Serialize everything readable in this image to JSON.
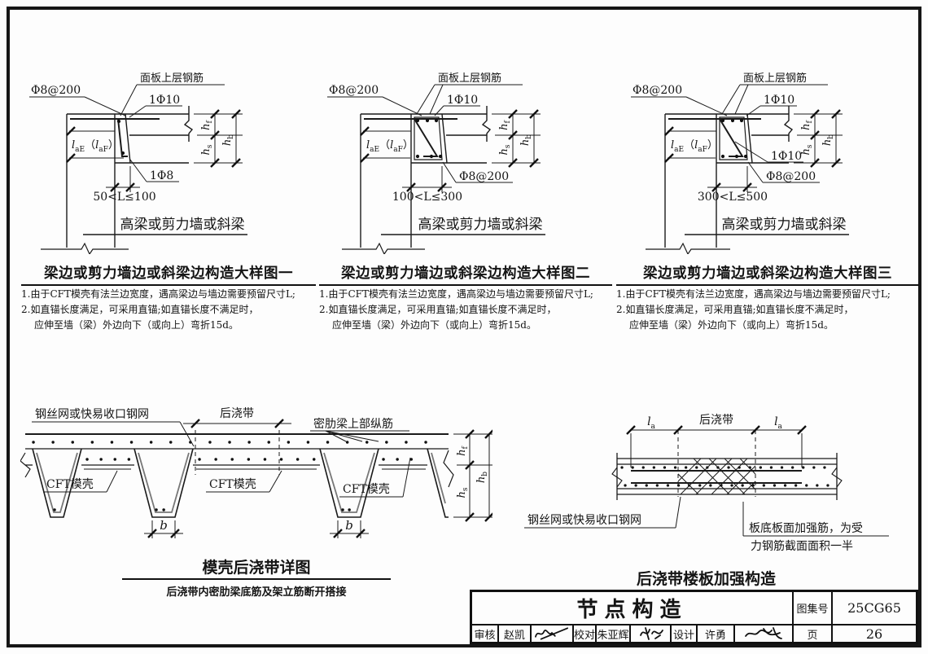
{
  "figure1": {
    "title": "梁边或剪力墙边或斜梁边构造大样图一"
  },
  "figure2": {
    "title": "梁边或剪力墙边或斜梁边构造大样图二"
  },
  "figure3": {
    "title": "梁边或剪力墙边或斜梁边构造大样图三"
  },
  "notes": [
    "1.由于CFT模壳有法兰边宽度，遇高梁边与墙边需要预留尺寸L;",
    "2.如直锚长度满足，可采用直锚;如直锚长度不满足时，",
    "应伸至墙（梁）外边向下（或向上）弯折15d。"
  ],
  "labels": {
    "spacing": "Φ8@200",
    "top_layer": "面板上层钢筋",
    "bar10": "1Φ10",
    "bar8": "1Φ8",
    "support": "高梁或剪力墙或斜梁",
    "range1": "50<L≤100",
    "range2": "100<L≤300",
    "range3": "300<L≤500"
  },
  "sym": {
    "l": "l",
    "aE": "aE",
    "aF": "aF",
    "lparen": "（",
    "rparen": "）",
    "h": "h",
    "f": "f",
    "s": "s",
    "b": "b",
    "a": "a"
  },
  "formwork": {
    "title": "模壳后浇带详图",
    "subtitle": "后浇带内密肋梁底筋及架立筋断开搭接",
    "mesh": "钢丝网或快易收口钢网",
    "strip": "后浇带",
    "top_bars": "密肋梁上部纵筋",
    "shell": "CFT模壳"
  },
  "slab": {
    "title": "后浇带楼板加强构造",
    "strip": "后浇带",
    "mesh": "钢丝网或快易收口钢网",
    "note_line1": "板底板面加强筋，为受",
    "note_line2": "力钢筋截面面积一半"
  },
  "titleblock": {
    "title": "节点构造",
    "atlas_label": "图集号",
    "atlas_no": "25CG65",
    "page_label": "页",
    "page_no": "26",
    "review_label": "审核",
    "reviewer": "赵凯",
    "check_label": "校对",
    "checker": "朱亚辉",
    "design_label": "设计",
    "designer": "许勇"
  }
}
